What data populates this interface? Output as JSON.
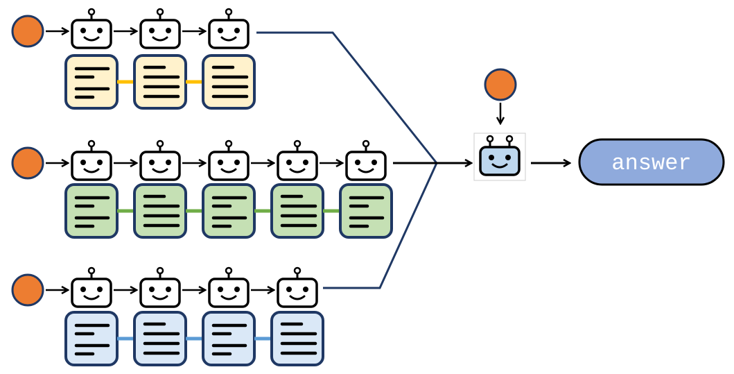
{
  "colors": {
    "query": "#ed7d31",
    "outline": "#1f3864",
    "answer_fill": "#8faadc",
    "aggregator_fill": "#bdd7ee"
  },
  "chains": [
    {
      "agents": 3,
      "doc_fill": "#fff2cc",
      "link_color": "#ffc000"
    },
    {
      "agents": 5,
      "doc_fill": "#c5e0b4",
      "link_color": "#70ad47"
    },
    {
      "agents": 4,
      "doc_fill": "#dae8f7",
      "link_color": "#5b9bd5"
    }
  ],
  "icons": {
    "agent": "robot-icon",
    "query": "circle-icon",
    "document": "document-icon"
  },
  "answer": {
    "label": "answer"
  }
}
